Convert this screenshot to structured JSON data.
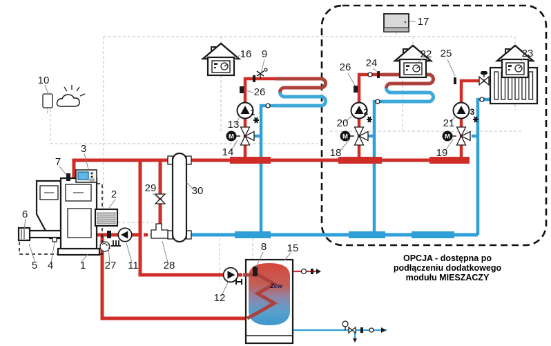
{
  "diagram": {
    "option_note": {
      "line1": "OPCJA - dostępna po",
      "line2": "podłączeniu dodatkowego",
      "line3": "modułu MIESZACZY"
    },
    "tank_label": "Zcw",
    "motor_label": "M",
    "circuit_numbers": [
      "1",
      "2",
      "3"
    ],
    "labels": [
      "1",
      "2",
      "3",
      "4",
      "5",
      "6",
      "7",
      "8",
      "9",
      "10",
      "11",
      "12",
      "13",
      "14",
      "15",
      "16",
      "17",
      "18",
      "19",
      "20",
      "21",
      "22",
      "23",
      "24",
      "25",
      "26",
      "26",
      "27",
      "28",
      "29",
      "30"
    ],
    "colors": {
      "supply_red": "#cf2d28",
      "return_blue": "#2f9fd8",
      "coil_warm_red": "#ad413c",
      "coil_cool_blue": "#3fa8da",
      "controller_screen": "#5bb8e8",
      "module_gray": "#d9d9d9"
    }
  }
}
